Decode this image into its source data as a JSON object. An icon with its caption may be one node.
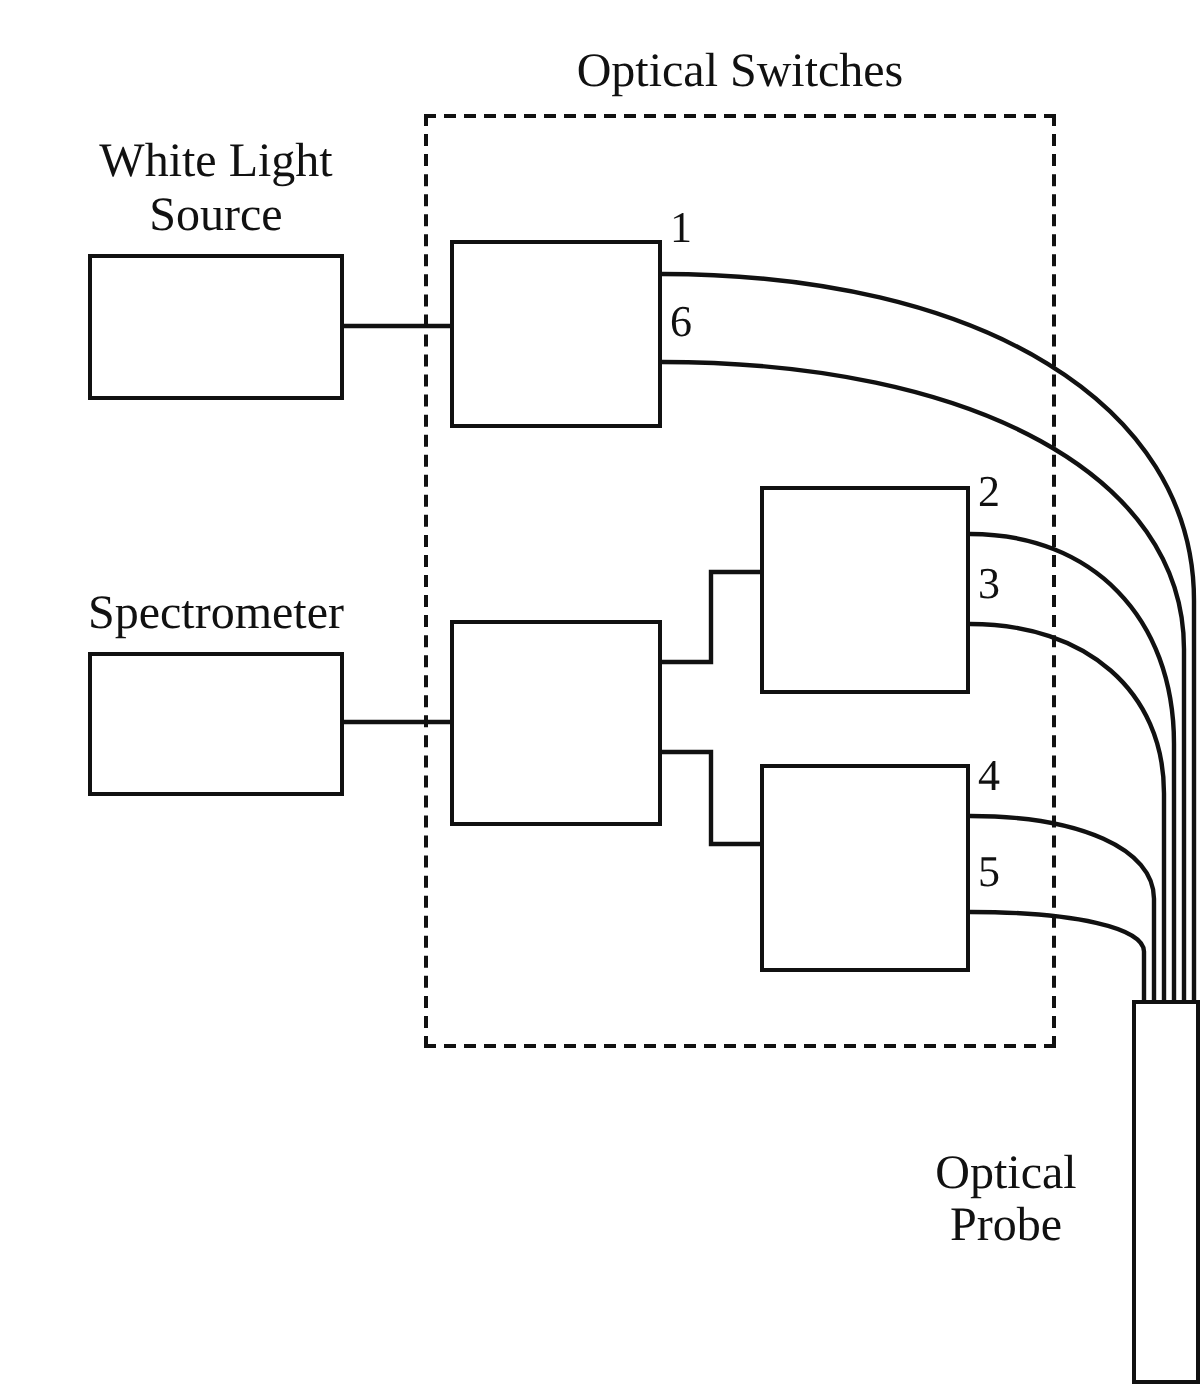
{
  "diagram": {
    "nodes": [
      {
        "text": [
          "Optical Switches"
        ]
      },
      {
        "text": [
          "White Light Source"
        ]
      },
      {
        "text": [
          "Spectrometer"
        ]
      },
      {
        "text": [],
        "shape": "box",
        "in": 0
      },
      {
        "text": [],
        "shape": "box",
        "in": 0
      },
      {
        "text": [],
        "shape": "box",
        "in": 0
      },
      {
        "text": [],
        "shape": "box",
        "in": 0
      },
      {
        "text": [
          "Optical Probe"
        ]
      }
    ],
    "edges": [
      {
        "from": 1,
        "to": 3,
        "arrow": "none"
      },
      {
        "from": 2,
        "to": 4,
        "arrow": "none"
      },
      {
        "from": 4,
        "to": 5,
        "arrow": "none"
      },
      {
        "from": 4,
        "to": 6,
        "arrow": "none"
      },
      {
        "from": 3,
        "to": 7,
        "arrow": "none"
      },
      {
        "from": 3,
        "to": 7,
        "arrow": "none"
      },
      {
        "from": 5,
        "to": 7,
        "arrow": "none"
      },
      {
        "from": 5,
        "to": 7,
        "arrow": "none"
      },
      {
        "from": 6,
        "to": 7,
        "arrow": "none"
      },
      {
        "from": 6,
        "to": 7,
        "arrow": "none"
      }
    ],
    "labels": [
      "1",
      "6",
      "2",
      "3",
      "4",
      "5"
    ]
  }
}
